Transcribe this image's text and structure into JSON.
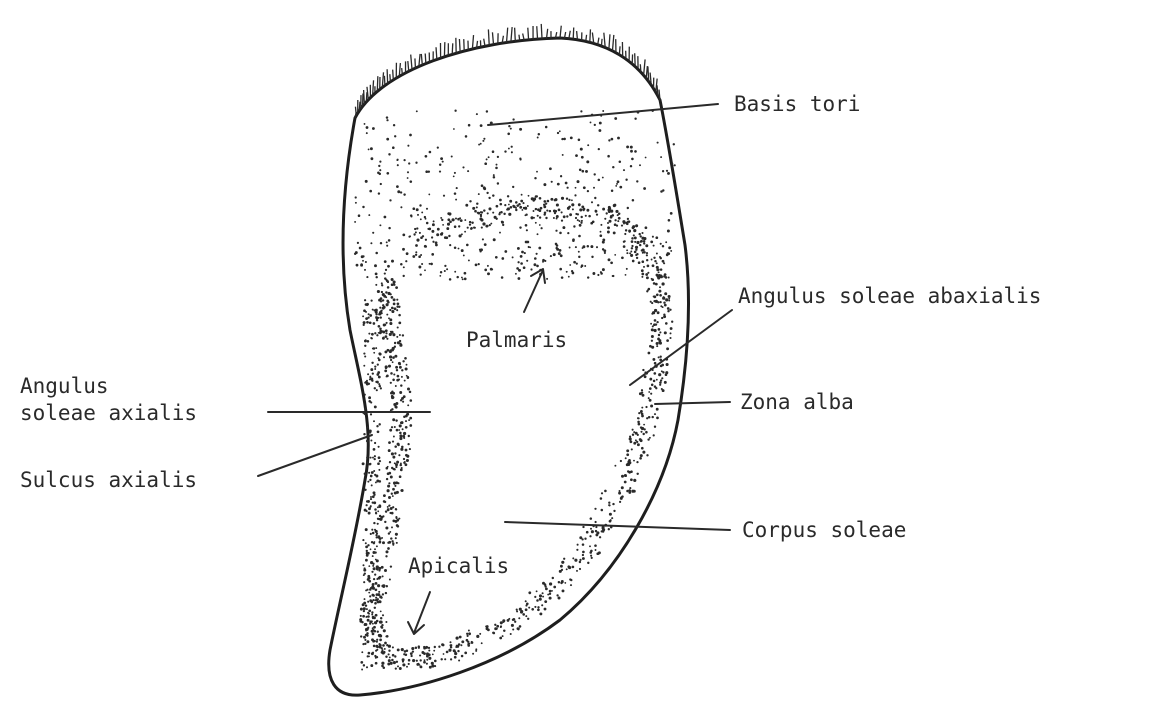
{
  "diagram": {
    "labels": {
      "basis_tori": "Basis tori",
      "angulus_soleae_abaxialis": "Angulus soleae abaxialis",
      "palmaris": "Palmaris",
      "angulus_soleae_axialis_line1": "Angulus",
      "angulus_soleae_axialis_line2": "soleae axialis",
      "zona_alba": "Zona alba",
      "sulcus_axialis": "Sulcus axialis",
      "corpus_soleae": "Corpus soleae",
      "apicalis": "Apicalis"
    },
    "colors": {
      "ink": "#2a2a2a",
      "background": "#ffffff"
    }
  }
}
